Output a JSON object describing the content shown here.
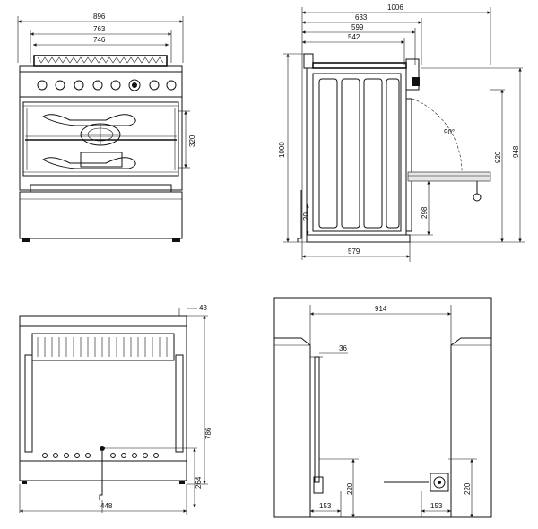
{
  "views": {
    "front": {
      "dims": {
        "width_total": "896",
        "width_top": "763",
        "width_inner": "746",
        "oven_height": "320"
      }
    },
    "side": {
      "dims": {
        "depth_total": "1006",
        "depth_633": "633",
        "depth_599": "599",
        "depth_542": "542",
        "height_total": "1000",
        "height_948": "948",
        "height_920": "920",
        "door_height": "298",
        "foot": "20",
        "depth_bottom": "579",
        "door_angle": "90°"
      }
    },
    "back": {
      "dims": {
        "offset": "43",
        "height": "786",
        "pipe_height": "264",
        "pipe_offset": "448"
      }
    },
    "installation": {
      "dims": {
        "opening_width": "914",
        "gas_offset": "36",
        "socket_height_left": "220",
        "socket_height_right": "220",
        "edge_left": "153",
        "edge_right": "153"
      }
    }
  }
}
